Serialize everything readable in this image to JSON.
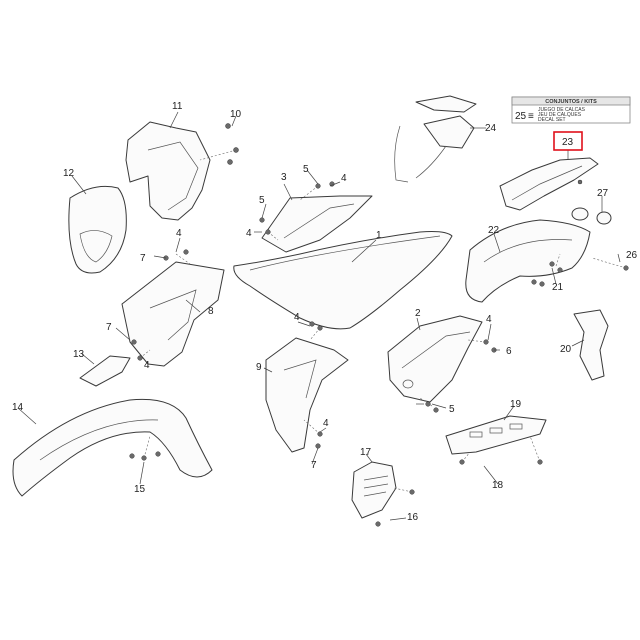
{
  "callouts": {
    "c1": "1",
    "c2": "2",
    "c3": "3",
    "c4a": "4",
    "c4b": "4",
    "c4c": "4",
    "c4d": "4",
    "c4e": "4",
    "c4f": "4",
    "c4g": "4",
    "c5a": "5",
    "c5b": "5",
    "c5c": "5",
    "c6": "6",
    "c7a": "7",
    "c7b": "7",
    "c7c": "7",
    "c8": "8",
    "c9": "9",
    "c10": "10",
    "c11": "11",
    "c12": "12",
    "c13": "13",
    "c14": "14",
    "c15": "15",
    "c16": "16",
    "c17": "17",
    "c18": "18",
    "c19": "19",
    "c20": "20",
    "c21": "21",
    "c22": "22",
    "c23": "23",
    "c24": "24",
    "c26": "26",
    "c27": "27"
  },
  "kit": {
    "header": "CONJUNTOS / KITS",
    "number": "25",
    "symbol": "≡",
    "line1": "JUEGO DE CALCAS",
    "line2": "JEU DE CALQUES",
    "line3": "DECAL SET"
  },
  "highlight_color": "#e0101a"
}
